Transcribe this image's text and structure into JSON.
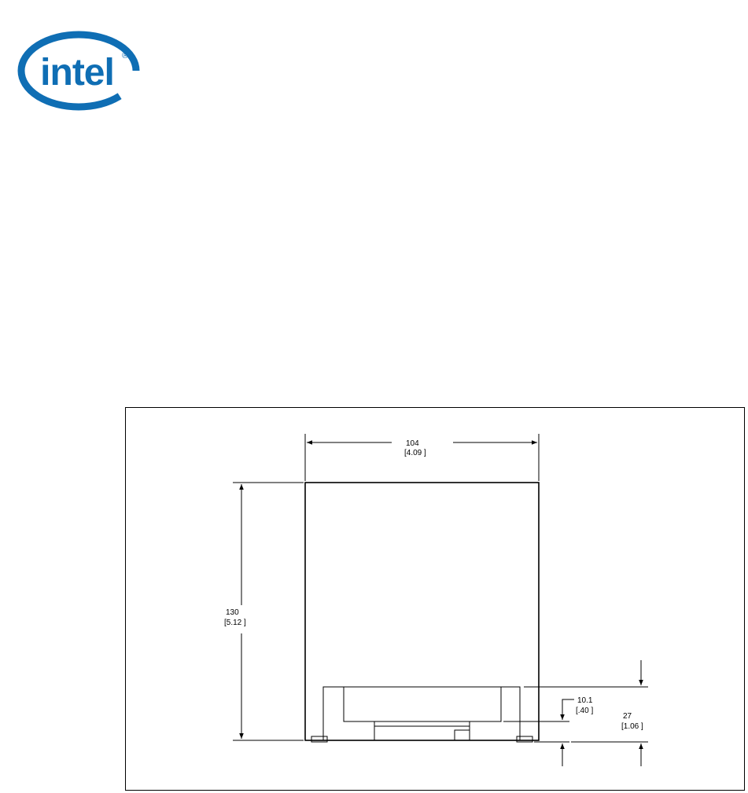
{
  "logo": {
    "wordmark": "intel",
    "registered": "®",
    "brand_color": "#0f6eb4"
  },
  "drawing": {
    "line_color": "#000000",
    "dimensions": {
      "width": {
        "mm": "104",
        "in": "[4.09 ]"
      },
      "height": {
        "mm": "130",
        "in": "[5.12 ]"
      },
      "bottom_offset": {
        "mm": "10.1",
        "in": "[.40 ]"
      },
      "total_bottom": {
        "mm": "27",
        "in": "[1.06 ]"
      }
    }
  }
}
